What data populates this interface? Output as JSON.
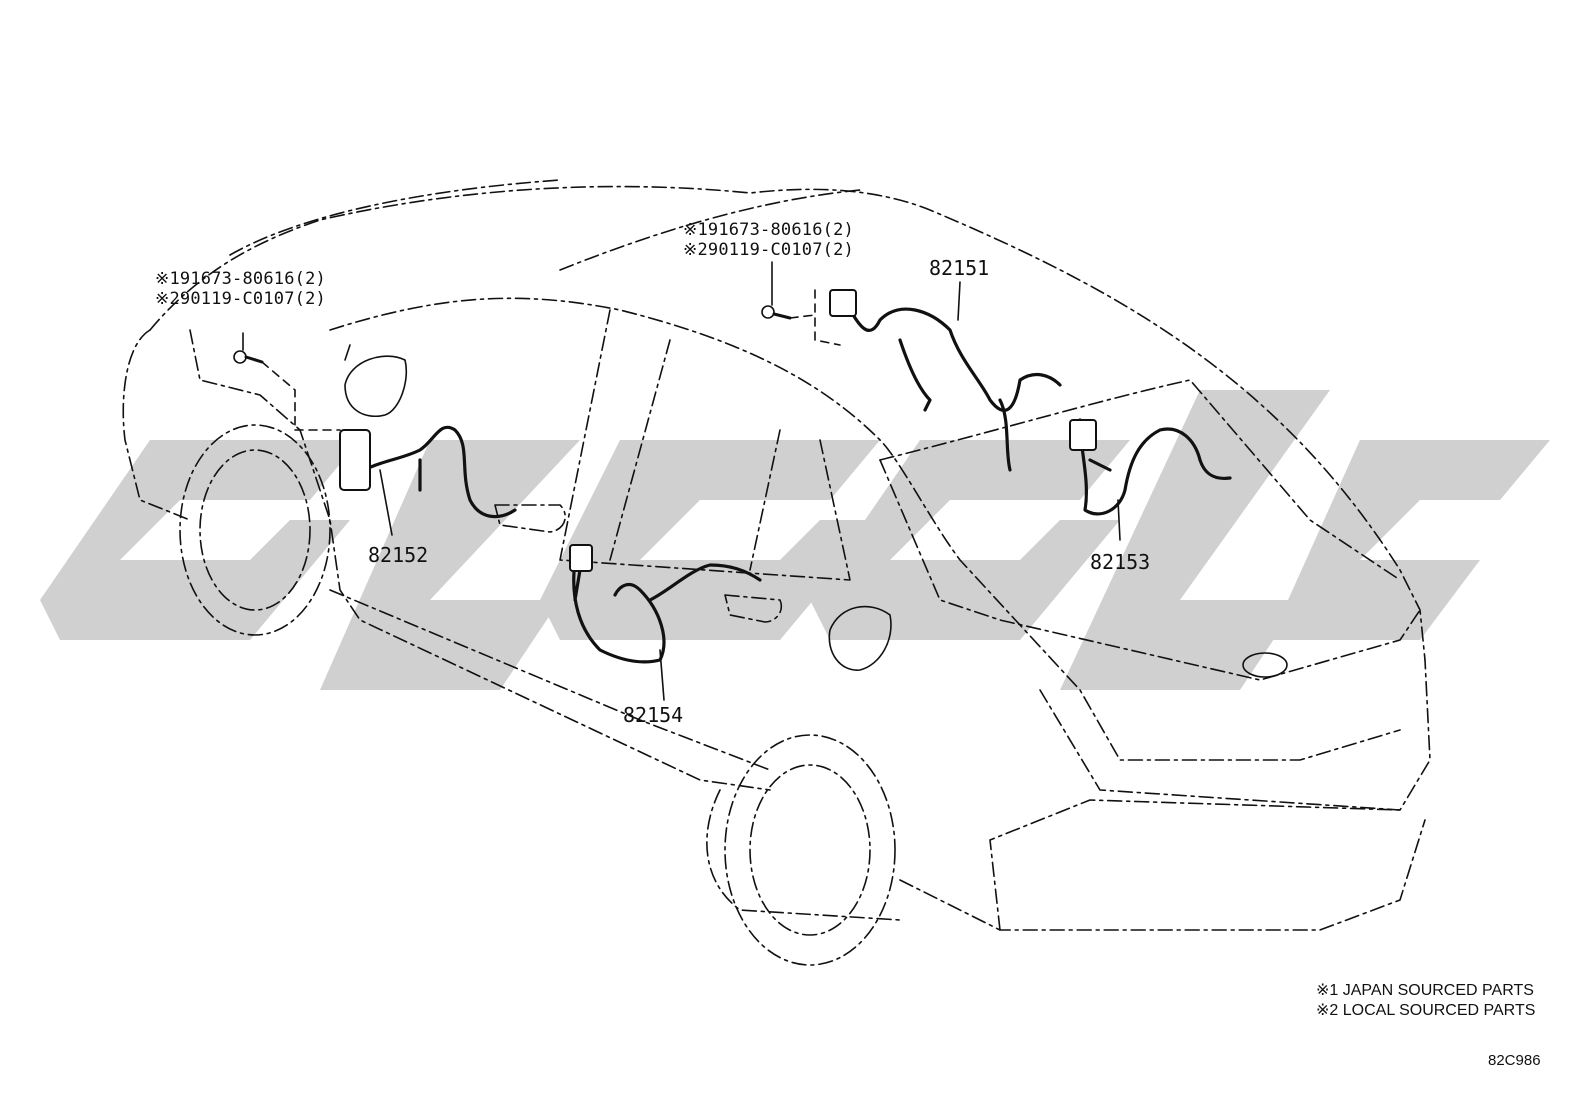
{
  "callouts": {
    "left": {
      "line1": "※191673-80616(2)",
      "line2": "※290119-C0107(2)"
    },
    "center": {
      "line1": "※191673-80616(2)",
      "line2": "※290119-C0107(2)"
    }
  },
  "parts": {
    "p82151": "82151",
    "p82152": "82152",
    "p82153": "82153",
    "p82154": "82154"
  },
  "legend": {
    "note1": "※1 JAPAN SOURCED PARTS",
    "note2": "※2 LOCAL SOURCED PARTS"
  },
  "diagram_code": "82C986",
  "colors": {
    "line": "#111111",
    "watermark": "#c9c9c9"
  }
}
